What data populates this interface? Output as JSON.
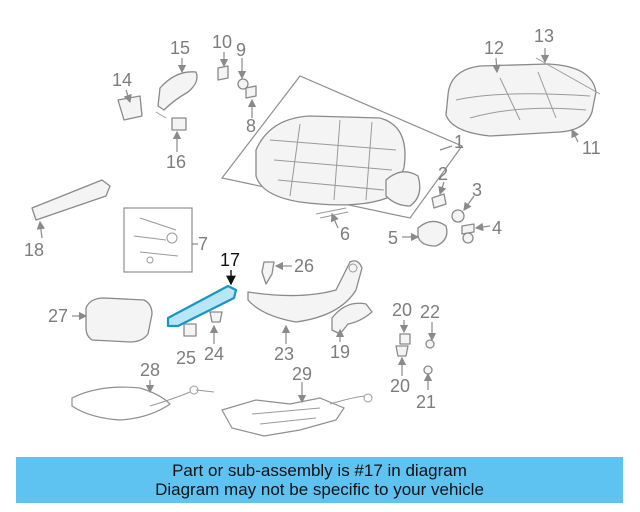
{
  "callouts": {
    "c1": "1",
    "c2": "2",
    "c3": "3",
    "c4": "4",
    "c5": "5",
    "c6": "6",
    "c7": "7",
    "c8": "8",
    "c9": "9",
    "c10": "10",
    "c11": "11",
    "c12": "12",
    "c13": "13",
    "c14": "14",
    "c15": "15",
    "c16": "16",
    "c17": "17",
    "c18": "18",
    "c19": "19",
    "c20a": "20",
    "c20b": "20",
    "c21": "21",
    "c22": "22",
    "c23": "23",
    "c24": "24",
    "c25": "25",
    "c26": "26",
    "c27": "27",
    "c28": "28",
    "c29": "29"
  },
  "highlighted_part": "17",
  "highlight_color": "#1696c8",
  "banner": {
    "line1": "Part or sub-assembly is #17 in diagram",
    "line2": "Diagram may not be specific to your vehicle",
    "background": "#5fc3f2"
  }
}
